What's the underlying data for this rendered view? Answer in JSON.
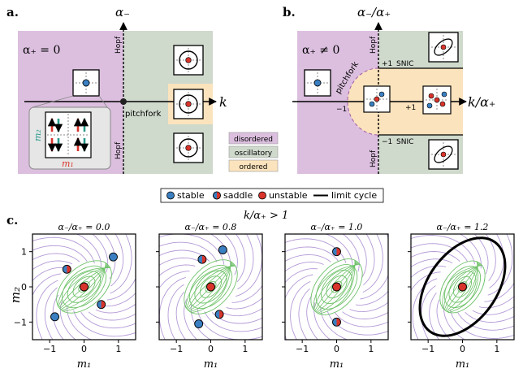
{
  "panel_a": {
    "label": "a.",
    "condition": "α₊ = 0",
    "y_axis": "α₋",
    "x_axis": "k",
    "hopf_top": "Hopf",
    "hopf_bottom": "Hopf",
    "pitchfork": "pitchfork",
    "inset_y": "m₂",
    "inset_x": "m₁"
  },
  "panel_b": {
    "label": "b.",
    "condition": "α₊ ≠ 0",
    "y_axis": "α₋/α₊",
    "x_axis": "k/α₊",
    "hopf_top": "Hopf",
    "hopf_bottom": "Hopf",
    "pitchfork": "pitchfork",
    "snic_top": "SNIC",
    "snic_bottom": "SNIC",
    "tick_plus1_top": "+1",
    "tick_minus1_bottom": "−1",
    "tick_minus1_left": "−1",
    "tick_plus1_right": "+1"
  },
  "phases": {
    "disordered": "disordered",
    "oscillatory": "oscillatory",
    "ordered": "ordered"
  },
  "legend": {
    "stable": "stable",
    "saddle": "saddle",
    "unstable": "unstable",
    "limit_cycle": "limit cycle"
  },
  "panel_c": {
    "label": "c.",
    "subtitle": "k/α₊ > 1",
    "ylabel": "m₂",
    "xlabel": "m₁",
    "titles": [
      "α₋/α₊ = 0.0",
      "α₋/α₊ = 0.8",
      "α₋/α₊ = 1.0",
      "α₋/α₊ = 1.2"
    ],
    "xticks": [
      "−1",
      "0",
      "1"
    ],
    "yticks": [
      "1",
      "0",
      "−1"
    ]
  },
  "colors": {
    "disordered": "#dcbfdf",
    "oscillatory": "#cfd9cc",
    "ordered": "#fbe3bd",
    "stable": "#3a7fc1",
    "unstable": "#d9342b",
    "stream_purple": "#b49ad6",
    "stream_green": "#6fc26a"
  },
  "chart_data": [
    {
      "type": "scatter",
      "title": "α₋/α₊ = 0.0",
      "xlim": [
        -1.5,
        1.5
      ],
      "ylim": [
        -1.5,
        1.5
      ],
      "stable": [
        [
          0.85,
          0.85
        ],
        [
          -0.85,
          -0.85
        ]
      ],
      "saddle": [
        [
          -0.5,
          0.5
        ],
        [
          0.5,
          -0.5
        ]
      ],
      "unstable": [
        [
          0,
          0
        ]
      ],
      "limit_cycle": false
    },
    {
      "type": "scatter",
      "title": "α₋/α₊ = 0.8",
      "xlim": [
        -1.5,
        1.5
      ],
      "ylim": [
        -1.5,
        1.5
      ],
      "stable": [
        [
          0.35,
          1.05
        ],
        [
          -0.35,
          -1.05
        ]
      ],
      "saddle": [
        [
          -0.25,
          0.78
        ],
        [
          0.25,
          -0.78
        ]
      ],
      "unstable": [
        [
          0,
          0
        ]
      ],
      "limit_cycle": false
    },
    {
      "type": "scatter",
      "title": "α₋/α₊ = 1.0",
      "xlim": [
        -1.5,
        1.5
      ],
      "ylim": [
        -1.5,
        1.5
      ],
      "stable": [],
      "saddle": [
        [
          0,
          1.0
        ],
        [
          0,
          -1.0
        ]
      ],
      "unstable": [
        [
          0,
          0
        ]
      ],
      "limit_cycle": false
    },
    {
      "type": "scatter",
      "title": "α₋/α₊ = 1.2",
      "xlim": [
        -1.5,
        1.5
      ],
      "ylim": [
        -1.5,
        1.5
      ],
      "stable": [],
      "saddle": [],
      "unstable": [
        [
          0,
          0
        ]
      ],
      "limit_cycle": true
    }
  ]
}
